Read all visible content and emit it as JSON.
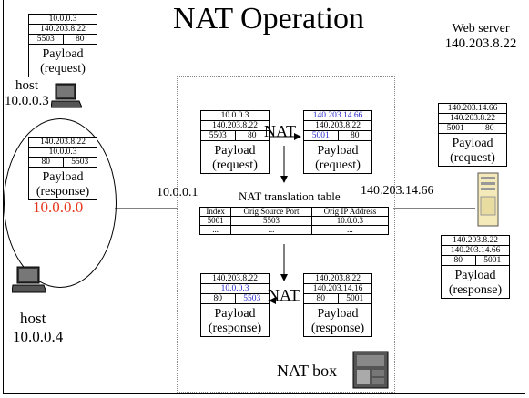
{
  "title": "NAT Operation",
  "web_server": {
    "label": "Web server",
    "ip": "140.203.8.22"
  },
  "host_top": {
    "name": "host",
    "ip": "10.0.0.3"
  },
  "host_bottom": {
    "name": "host",
    "ip": "10.0.0.4"
  },
  "private_net": "10.0.0.0",
  "gateway_inside_ip": "10.0.0.1",
  "gateway_outside_ip": "140.203.14.66",
  "nat_label": "NAT",
  "nat_box_label": "NAT box",
  "table": {
    "title": "NAT translation table",
    "headers": [
      "Index",
      "Orig Source Port",
      "Orig IP Address"
    ],
    "row1": [
      "5001",
      "5503",
      "10.0.0.3"
    ],
    "row2": [
      "...",
      "...",
      "..."
    ]
  },
  "packets": {
    "host_req": {
      "dst": "10.0.0.3",
      "src": "140.203.8.22",
      "p1": "5503",
      "p2": "80",
      "l1": "Payload",
      "l2": "(request)"
    },
    "host_resp": {
      "dst": "140.203.8.22",
      "src": "10.0.0.3",
      "p1": "80",
      "p2": "5503",
      "l1": "Payload",
      "l2": "(response)"
    },
    "in_req": {
      "dst": "10.0.0.3",
      "src": "140.203.8.22",
      "p1": "5503",
      "p2": "80",
      "l1": "Payload",
      "l2": "(request)"
    },
    "out_req": {
      "dst": "140.203.14.66",
      "src": "140.203.8.22",
      "p1": "5001",
      "p2": "80",
      "l1": "Payload",
      "l2": "(request)"
    },
    "web_req": {
      "dst": "140.203.14.66",
      "src": "140.203.8.22",
      "p1": "5001",
      "p2": "80",
      "l1": "Payload",
      "l2": "(request)"
    },
    "web_resp": {
      "dst": "140.203.8.22",
      "src": "140.203.14.66",
      "p1": "80",
      "p2": "5001",
      "l1": "Payload",
      "l2": "(response)"
    },
    "in_resp": {
      "dst": "140.203.8.22",
      "src": "10.0.0.3",
      "p1": "80",
      "p2": "5503",
      "l1": "Payload",
      "l2": "(response)"
    },
    "out_resp": {
      "dst": "140.203.8.22",
      "src": "140.203.14.16",
      "p1": "80",
      "p2": "5001",
      "l1": "Payload",
      "l2": "(response)"
    }
  },
  "colors": {
    "highlight": "#2d2dcc",
    "private_net": "#e8361e"
  }
}
